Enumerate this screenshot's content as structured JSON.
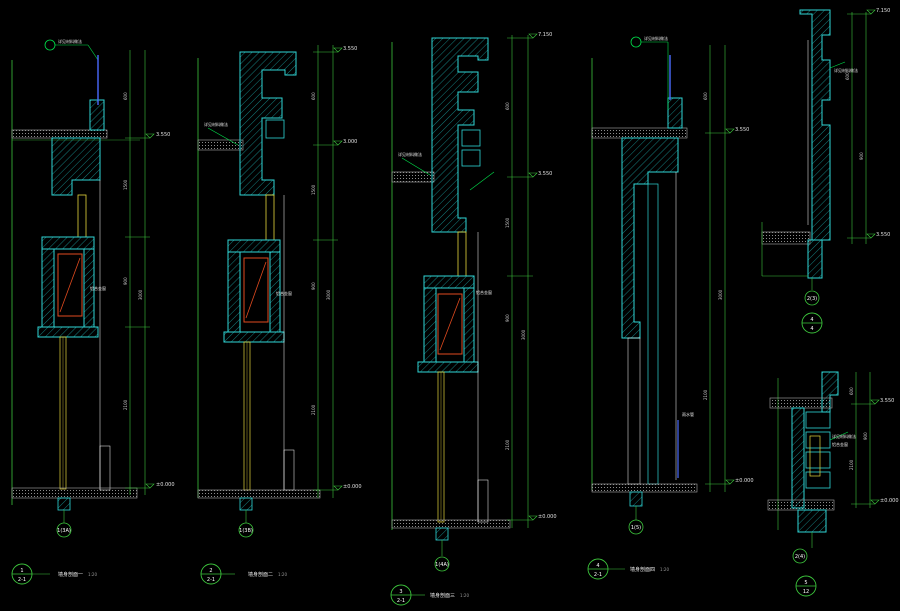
{
  "sections": [
    {
      "id": "s1",
      "callout": {
        "num": "1",
        "sheet": "2-1"
      },
      "title": "墙身剖面一",
      "scale": "1:20",
      "axis": "1(3A)",
      "levels": [
        "3.550",
        "±0.000"
      ],
      "dims": [
        "600",
        "1500",
        "3000",
        "900",
        "2100"
      ],
      "notes": [
        "详见材料做法",
        "铝合金窗"
      ]
    },
    {
      "id": "s2",
      "callout": {
        "num": "2",
        "sheet": "2-1"
      },
      "title": "墙身剖面二",
      "scale": "1:20",
      "axis": "1(3B)",
      "levels": [
        "3.550",
        "3.000",
        "±0.000"
      ],
      "dims": [
        "600",
        "1500",
        "3000",
        "900",
        "2100"
      ],
      "notes": [
        "详见材料做法",
        "铝合金窗"
      ]
    },
    {
      "id": "s3",
      "callout": {
        "num": "3",
        "sheet": "2-1"
      },
      "title": "墙身剖面三",
      "scale": "1:20",
      "axis": "1(4A)",
      "levels": [
        "7.150",
        "3.550",
        "±0.000"
      ],
      "dims": [
        "600",
        "1500",
        "3000",
        "900",
        "2100"
      ],
      "notes": [
        "详见材料做法",
        "铝合金窗"
      ]
    },
    {
      "id": "s4",
      "callout": {
        "num": "4",
        "sheet": "2-1"
      },
      "title": "墙身剖面四",
      "scale": "1:20",
      "axis": "1(5)",
      "levels": [
        "3.550",
        "±0.000"
      ],
      "dims": [
        "600",
        "3000",
        "2100"
      ],
      "notes": [
        "详见材料做法",
        "雨水管"
      ]
    },
    {
      "id": "s5",
      "callout": {
        "num": "4",
        "sheet": "4"
      },
      "title": "",
      "scale": "",
      "axis": "2(3)",
      "levels": [
        "7.150",
        "3.550"
      ],
      "dims": [
        "600",
        "900"
      ],
      "notes": [
        "详见材料做法"
      ]
    },
    {
      "id": "s6",
      "callout": {
        "num": "5",
        "sheet": "12"
      },
      "title": "",
      "scale": "",
      "axis": "2(4)",
      "levels": [
        "3.550",
        "±0.000"
      ],
      "dims": [
        "600",
        "900",
        "2100"
      ],
      "notes": [
        "详见材料做法",
        "铝合金窗"
      ]
    }
  ],
  "colors": {
    "background": "#000000",
    "wall": "#2fd6d6",
    "hatch": "#1aa0a0",
    "dimension": "#3cc43c",
    "window": "#e04a1f",
    "glass": "#e6d63c",
    "leader": "#00e14b",
    "pipe": "#4a6bff",
    "slab": "#9a9a9a",
    "text": "#e8e8e8"
  }
}
